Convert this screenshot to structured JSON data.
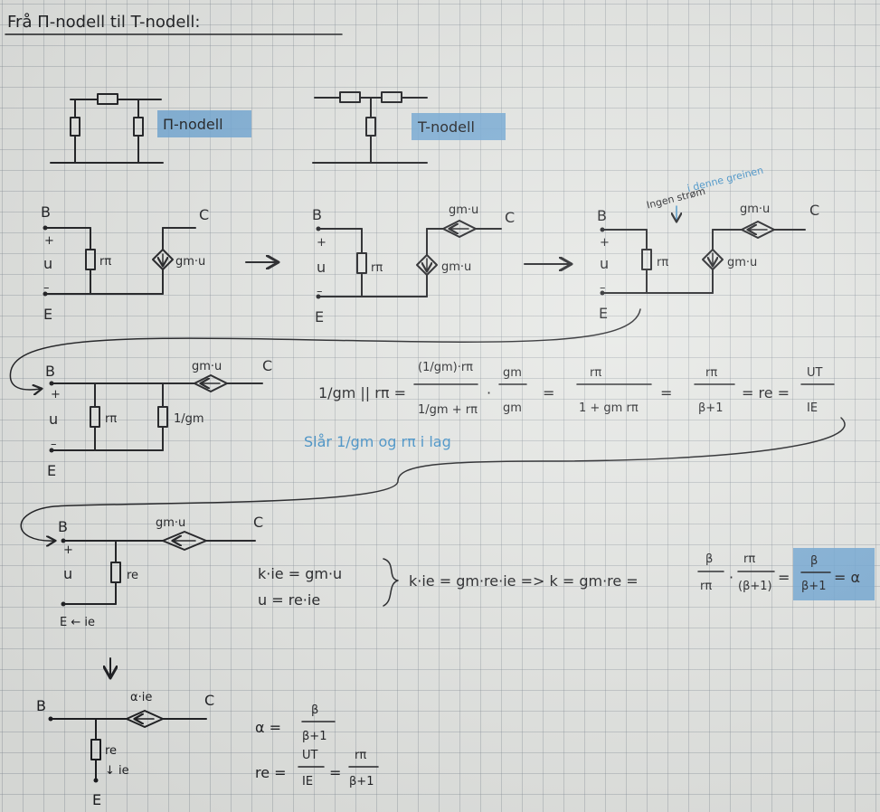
{
  "title": "Frå Π-nodell til T-nodell:",
  "pi_label": "Π-nodell",
  "t_label": "T-nodell",
  "node_B": "B",
  "node_C": "C",
  "node_E": "E",
  "plus": "+",
  "minus": "–",
  "u": "u",
  "r_pi": "rπ",
  "r_e": "re",
  "gm_u": "gm·u",
  "alpha_ie": "α·ie",
  "one_over_gm": "1/gm",
  "no_current_note_1": "Ingen strøm",
  "no_current_note_2": "i denne greinen",
  "combine_note": "Slår 1/gm og rπ i lag",
  "eq1": {
    "lhs": "1/gm || rπ =",
    "frac1_num": "(1/gm)·rπ",
    "frac1_den": "1/gm + rπ",
    "times": "·",
    "frac2_num": "gm",
    "frac2_den": "gm",
    "eq": "=",
    "frac3_num": "rπ",
    "frac3_den": "1 + gm rπ",
    "frac4_num": "rπ",
    "frac4_den": "β+1",
    "re_eq": "= re =",
    "frac5_num": "UT",
    "frac5_den": "IE"
  },
  "eq2": {
    "line1": "k·ie = gm·u",
    "line2": "u = re·ie",
    "result": "k·ie = gm·re·ie => k = gm·re =",
    "frac1_num": "β",
    "frac1_den": "rπ",
    "times": "·",
    "frac2_num": "rπ",
    "frac2_den": "(β+1)",
    "eq": "=",
    "frac3_num": "β",
    "frac3_den": "β+1",
    "alpha_eq": "= α"
  },
  "e_ie": "E ← ie",
  "ie_arrow": "↓ ie",
  "eq3": {
    "alpha": "α =",
    "alpha_num": "β",
    "alpha_den": "β+1",
    "re": "re =",
    "re_num1": "UT",
    "re_den1": "IE",
    "eq": "=",
    "re_num2": "rπ",
    "re_den2": "β+1"
  },
  "colors": {
    "ink": "#1c1d20",
    "highlight": "#6fa7d6",
    "blue_ink": "#3f8fc7",
    "paper": "#e6e8e5"
  }
}
